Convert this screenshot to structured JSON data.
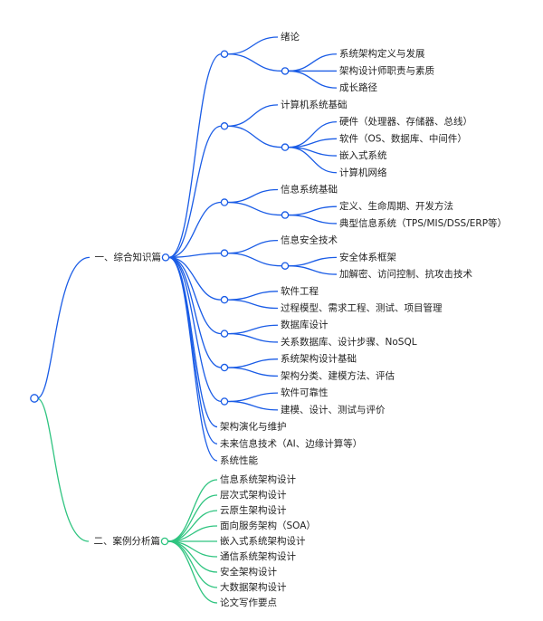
{
  "colors": {
    "branch1": "#1a5ce6",
    "branch2": "#2fc480",
    "text": "#222222"
  },
  "branches": [
    {
      "label": "一、综合知识篇",
      "children": [
        {
          "children": [
            {
              "label": "绪论"
            },
            {
              "children": [
                {
                  "label": "系统架构定义与发展"
                },
                {
                  "label": "架构设计师职责与素质"
                },
                {
                  "label": "成长路径"
                }
              ]
            }
          ]
        },
        {
          "children": [
            {
              "label": "计算机系统基础"
            },
            {
              "children": [
                {
                  "label": "硬件（处理器、存储器、总线）"
                },
                {
                  "label": "软件（OS、数据库、中间件）"
                },
                {
                  "label": "嵌入式系统"
                },
                {
                  "label": "计算机网络"
                }
              ]
            }
          ]
        },
        {
          "children": [
            {
              "label": "信息系统基础"
            },
            {
              "children": [
                {
                  "label": "定义、生命周期、开发方法"
                },
                {
                  "label": "典型信息系统（TPS/MIS/DSS/ERP等）"
                }
              ]
            }
          ]
        },
        {
          "children": [
            {
              "label": "信息安全技术"
            },
            {
              "children": [
                {
                  "label": "安全体系框架"
                },
                {
                  "label": "加解密、访问控制、抗攻击技术"
                }
              ]
            }
          ]
        },
        {
          "children": [
            {
              "label": "软件工程"
            },
            {
              "label": "过程模型、需求工程、测试、项目管理"
            }
          ]
        },
        {
          "children": [
            {
              "label": "数据库设计"
            },
            {
              "label": "关系数据库、设计步骤、NoSQL"
            }
          ]
        },
        {
          "children": [
            {
              "label": "系统架构设计基础"
            },
            {
              "label": "架构分类、建模方法、评估"
            }
          ]
        },
        {
          "children": [
            {
              "label": "软件可靠性"
            },
            {
              "label": "建模、设计、测试与评价"
            }
          ]
        },
        {
          "label": "架构演化与维护"
        },
        {
          "label": "未来信息技术（AI、边缘计算等）"
        },
        {
          "label": "系统性能"
        }
      ]
    },
    {
      "label": "二、案例分析篇",
      "children": [
        {
          "label": "信息系统架构设计"
        },
        {
          "label": "层次式架构设计"
        },
        {
          "label": "云原生架构设计"
        },
        {
          "label": "面向服务架构（SOA）"
        },
        {
          "label": "嵌入式系统架构设计"
        },
        {
          "label": "通信系统架构设计"
        },
        {
          "label": "安全架构设计"
        },
        {
          "label": "大数据架构设计"
        },
        {
          "label": "论文写作要点"
        }
      ]
    }
  ]
}
